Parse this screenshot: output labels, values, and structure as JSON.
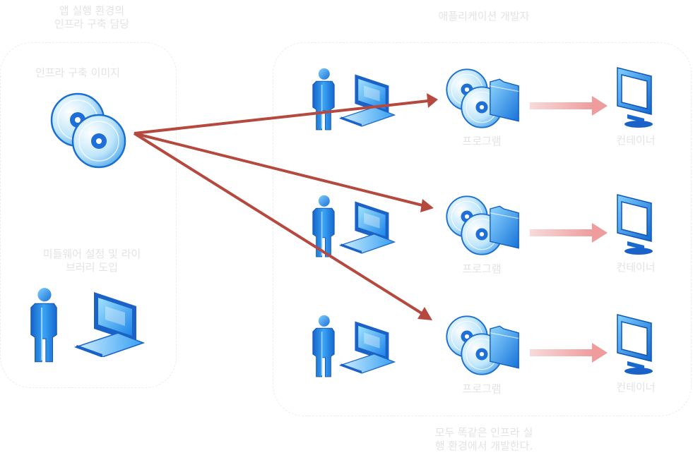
{
  "header": {
    "infra_role": [
      "앱 실행 환경의",
      "인프라 구축 담당"
    ],
    "dev_role": "애플리케이션 개발자"
  },
  "left_group": {
    "image_label": "인프라 구축 이미지",
    "middleware_label": [
      "미들웨어 설정 및 라이",
      "브러리 도입"
    ]
  },
  "rows": [
    {
      "program_label": "프로그램",
      "container_label": "컨테이너"
    },
    {
      "program_label": "프로그램",
      "container_label": "컨테이너"
    },
    {
      "program_label": "프로그램",
      "container_label": "컨테이너"
    }
  ],
  "footer": {
    "note": [
      "모두 똑같은 인프라 실",
      "행 환경에서 개발한다."
    ]
  },
  "colors": {
    "arrow_main": "#b5493f",
    "arrow_light": "#f0a5a5",
    "icon_blue": "#1e8ff0"
  },
  "icons": [
    "cd-disc-icon",
    "person-icon",
    "laptop-icon",
    "folder-icon",
    "monitor-icon"
  ]
}
